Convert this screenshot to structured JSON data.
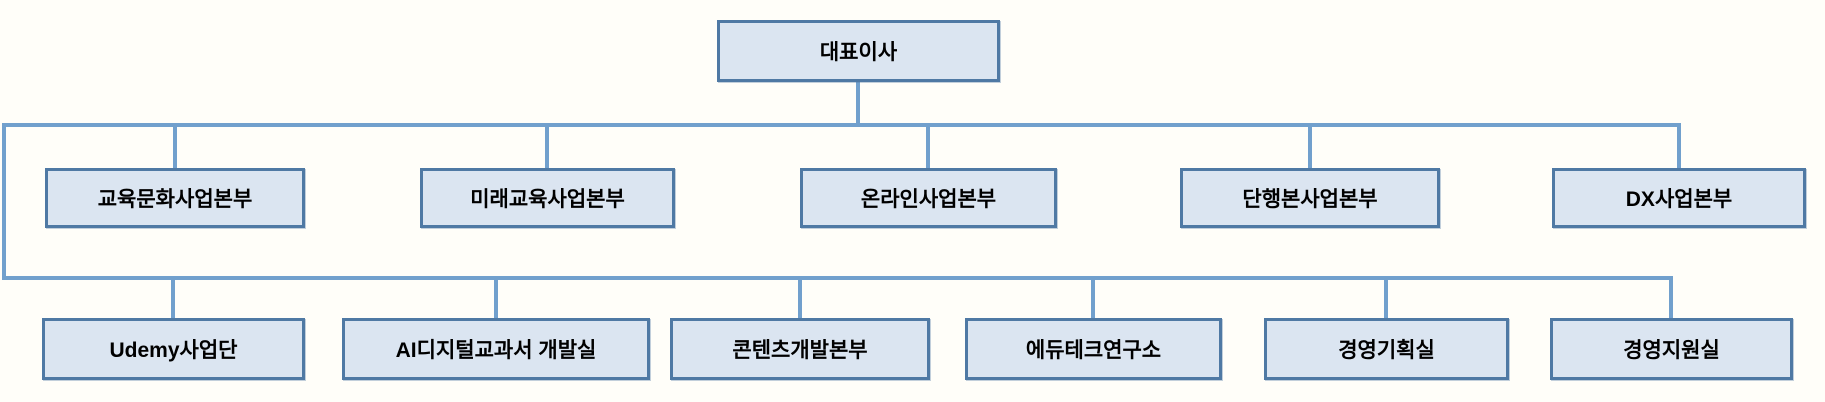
{
  "colors": {
    "page_bg": "#fffef9",
    "box_fill": "#dbe5f1",
    "box_border": "#4f79a4",
    "connector": "#71a0cd",
    "text": "#000000"
  },
  "org_chart": {
    "root": {
      "label": "대표이사"
    },
    "level2": [
      {
        "label": "교육문화사업본부"
      },
      {
        "label": "미래교육사업본부"
      },
      {
        "label": "온라인사업본부"
      },
      {
        "label": "단행본사업본부"
      },
      {
        "label": "DX사업본부"
      }
    ],
    "level3": [
      {
        "label": "Udemy사업단"
      },
      {
        "label": "AI디지털교과서 개발실"
      },
      {
        "label": "콘텐츠개발본부"
      },
      {
        "label": "에듀테크연구소"
      },
      {
        "label": "경영기획실"
      },
      {
        "label": "경영지원실"
      }
    ]
  }
}
